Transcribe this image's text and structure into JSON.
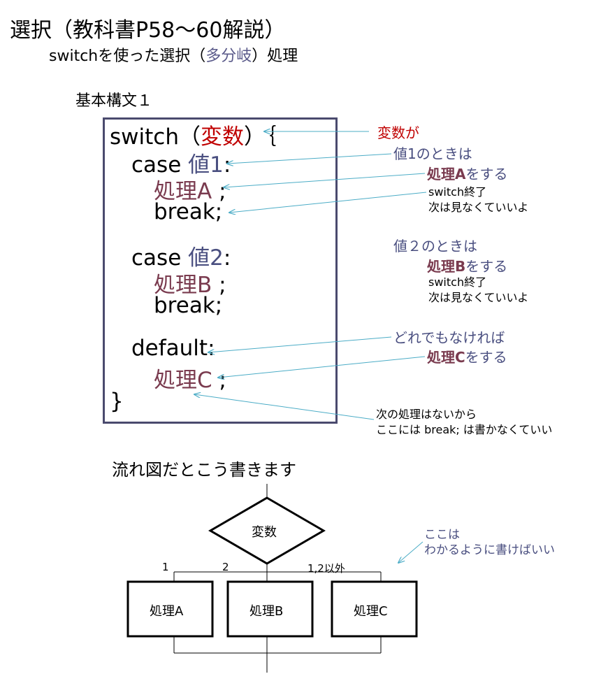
{
  "page": {
    "title": "選択（教科書P58～60解説）",
    "subtitle_pre": "switchを使った選択（",
    "subtitle_hl": "多分岐",
    "subtitle_post": "）処理",
    "syntax_label": "基本構文１"
  },
  "code": {
    "l1_kw": "switch（",
    "l1_var": "変数",
    "l1_end": "）｛",
    "l2_kw": "case ",
    "l2_val": "値1",
    "l2_colon": ":",
    "l3_proc": "処理A",
    "l3_semi": " ;",
    "l4": "break;",
    "l5_kw": "case ",
    "l5_val": "値2",
    "l5_colon": ":",
    "l6_proc": "処理B",
    "l6_semi": " ;",
    "l7": "break;",
    "l8": "default:",
    "l9_proc": "処理C",
    "l9_semi": " ;",
    "l10": "}"
  },
  "notes": {
    "n1": "変数が",
    "n2": "値1のときは",
    "n3_bold": "処理A",
    "n3_rest": "をする",
    "n4a": "switch終了",
    "n4b": "次は見なくていいよ",
    "n5": "値２のときは",
    "n6_bold": "処理B",
    "n6_rest": "をする",
    "n7a": "switch終了",
    "n7b": "次は見なくていいよ",
    "n8": "どれでもなければ",
    "n9_bold": "処理C",
    "n9_rest": "をする",
    "n10a": "次の処理はないから",
    "n10b": "ここには break; は書かなくていい"
  },
  "flow": {
    "label": "流れ図だとこう書きます",
    "decision": "変数",
    "branch1": "1",
    "branch2": "2",
    "branch3": "1,2以外",
    "boxA": "処理A",
    "boxB": "処理B",
    "boxC": "処理C",
    "note_a": "ここは",
    "note_b": "わかるように書けばいい"
  },
  "colors": {
    "arrow": "#4bacc6",
    "box_border": "#4a4a6e",
    "red": "#c00000",
    "blue": "#4a4f80",
    "maroon": "#7a3b4f"
  }
}
